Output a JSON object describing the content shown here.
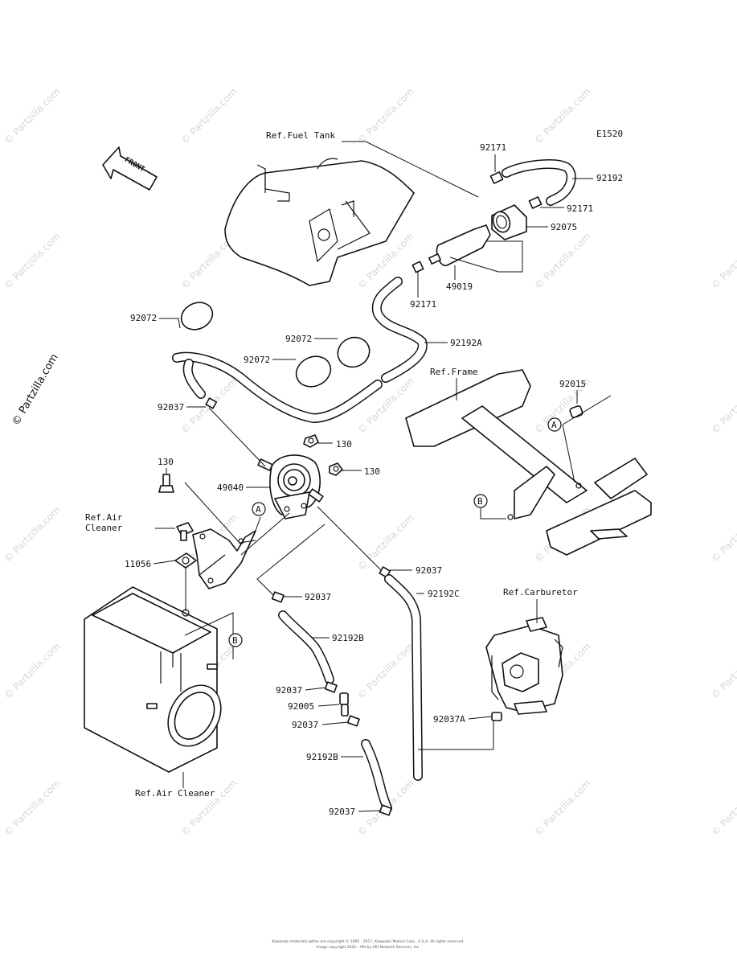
{
  "diagram": {
    "code": "E1520",
    "front_arrow": "FRONT",
    "watermark": "© Partzilla.com",
    "references": {
      "fuel_tank": "Ref.Fuel Tank",
      "frame": "Ref.Frame",
      "air_cleaner_top": "Ref.Air\nCleaner",
      "air_cleaner_bottom": "Ref.Air Cleaner",
      "carburetor": "Ref.Carburetor"
    },
    "callouts": {
      "a": "A",
      "b": "B"
    },
    "parts": [
      {
        "id": "p_92171_top",
        "number": "92171"
      },
      {
        "id": "p_92192",
        "number": "92192"
      },
      {
        "id": "p_92171_right",
        "number": "92171"
      },
      {
        "id": "p_92075",
        "number": "92075"
      },
      {
        "id": "p_49019",
        "number": "49019"
      },
      {
        "id": "p_92171_low",
        "number": "92171"
      },
      {
        "id": "p_92072_left",
        "number": "92072"
      },
      {
        "id": "p_92072_mid",
        "number": "92072"
      },
      {
        "id": "p_92072_low",
        "number": "92072"
      },
      {
        "id": "p_92192A",
        "number": "92192A"
      },
      {
        "id": "p_92037_a",
        "number": "92037"
      },
      {
        "id": "p_130_a",
        "number": "130"
      },
      {
        "id": "p_130_b",
        "number": "130"
      },
      {
        "id": "p_130_c",
        "number": "130"
      },
      {
        "id": "p_49040",
        "number": "49040"
      },
      {
        "id": "p_92015",
        "number": "92015"
      },
      {
        "id": "p_11056",
        "number": "11056"
      },
      {
        "id": "p_92037_b",
        "number": "92037"
      },
      {
        "id": "p_92037_c",
        "number": "92037"
      },
      {
        "id": "p_92192C",
        "number": "92192C"
      },
      {
        "id": "p_92192B_a",
        "number": "92192B"
      },
      {
        "id": "p_92037_d",
        "number": "92037"
      },
      {
        "id": "p_92005",
        "number": "92005"
      },
      {
        "id": "p_92037_e",
        "number": "92037"
      },
      {
        "id": "p_92037A",
        "number": "92037A"
      },
      {
        "id": "p_92192B_b",
        "number": "92192B"
      },
      {
        "id": "p_92037_f",
        "number": "92037"
      }
    ],
    "copyright_line1": "Kawasaki materials within are copyright © 1995 - 2017, Kawasaki Motors Corp., U.S.A. All rights reserved.",
    "copyright_line2": "Image copyright 2022 - ARI by ARI Network Services, Inc."
  }
}
